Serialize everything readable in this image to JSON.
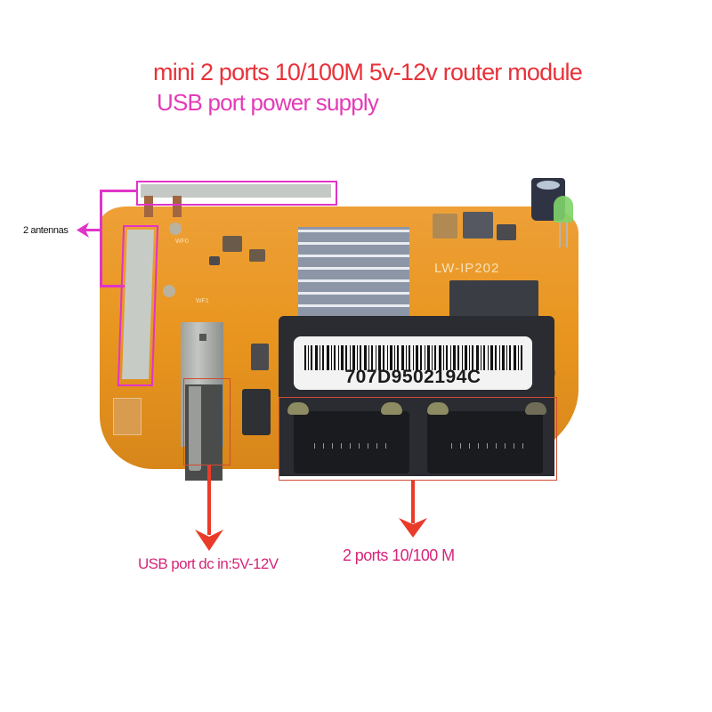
{
  "header": {
    "title": "mini 2 ports 10/100M 5v-12v router module",
    "subtitle": "USB port power supply"
  },
  "annotations": {
    "antennas_label": "2 antennas",
    "usb_label": "USB port dc in:5V-12V",
    "ethernet_label": "2 ports 10/100 M"
  },
  "board": {
    "model_silkscreen": "LW-IP202",
    "barcode_serial": "707D9502194C",
    "silk_wf0": "WF0",
    "silk_wf1": "WF1"
  },
  "colors": {
    "title": "#e8323a",
    "subtitle": "#e33bb8",
    "annotation_box_antenna": "#e034c9",
    "annotation_box_ports": "#cf4b30",
    "arrow": "#ea3b2a",
    "pcb": "#e8951f"
  }
}
